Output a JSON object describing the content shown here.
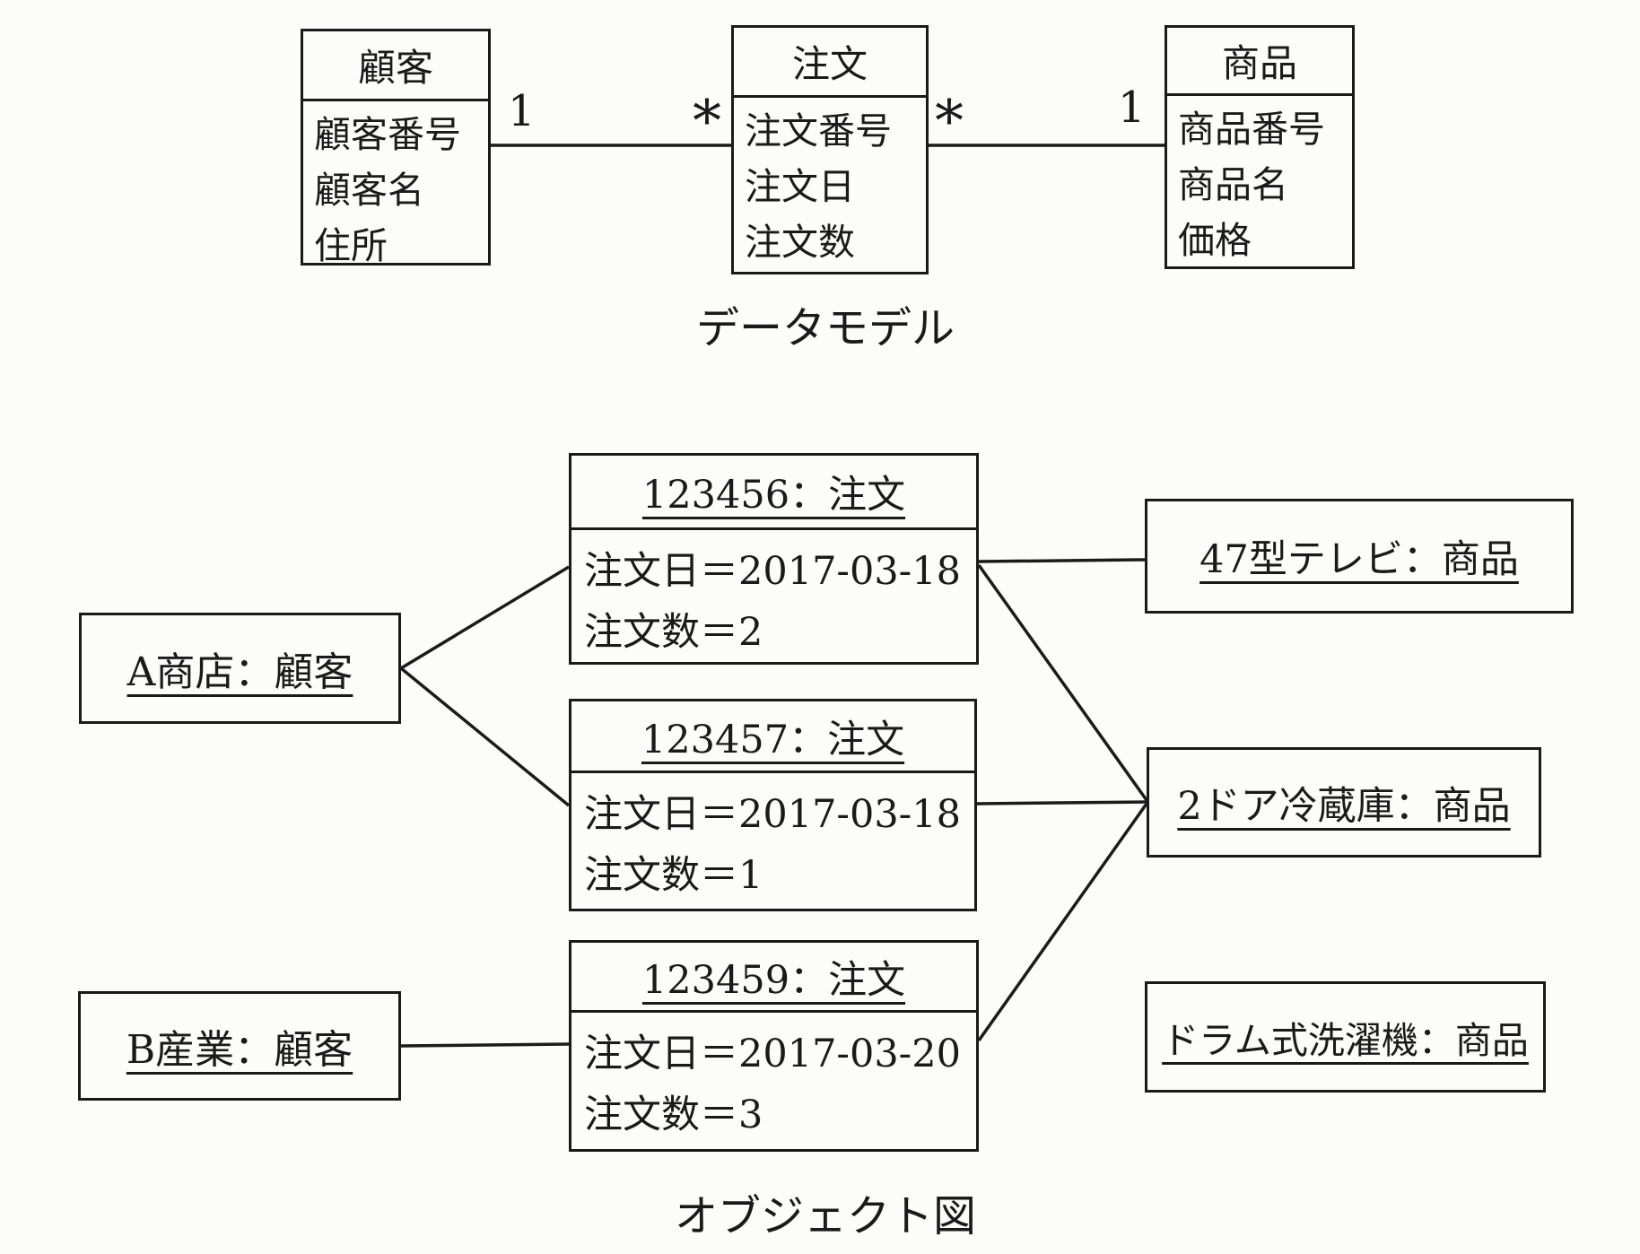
{
  "diagram": {
    "ink_color": "#1a1a1a",
    "background_color": "#fcfcfb"
  },
  "data_model": {
    "caption": "データモデル",
    "classes": [
      {
        "name": "顧客",
        "attributes": [
          "顧客番号",
          "顧客名",
          "住所"
        ]
      },
      {
        "name": "注文",
        "attributes": [
          "注文番号",
          "注文日",
          "注文数"
        ]
      },
      {
        "name": "商品",
        "attributes": [
          "商品番号",
          "商品名",
          "価格"
        ]
      }
    ],
    "associations": [
      {
        "from": "顧客",
        "to": "注文",
        "from_multiplicity": "1",
        "to_multiplicity": "*"
      },
      {
        "from": "注文",
        "to": "商品",
        "from_multiplicity": "*",
        "to_multiplicity": "1"
      }
    ]
  },
  "object_diagram": {
    "caption": "オブジェクト図",
    "customers": [
      {
        "label": "A商店：顧客"
      },
      {
        "label": "B産業：顧客"
      }
    ],
    "orders": [
      {
        "title": "123456：注文",
        "attributes": [
          "注文日＝2017-03-18",
          "注文数＝2"
        ]
      },
      {
        "title": "123457：注文",
        "attributes": [
          "注文日＝2017-03-18",
          "注文数＝1"
        ]
      },
      {
        "title": "123459：注文",
        "attributes": [
          "注文日＝2017-03-20",
          "注文数＝3"
        ]
      }
    ],
    "products": [
      {
        "label": "47型テレビ：商品"
      },
      {
        "label": "2ドア冷蔵庫：商品"
      },
      {
        "label": "ドラム式洗濯機：商品"
      }
    ],
    "links": [
      {
        "from": "A商店：顧客",
        "to": "123456：注文"
      },
      {
        "from": "A商店：顧客",
        "to": "123457：注文"
      },
      {
        "from": "B産業：顧客",
        "to": "123459：注文"
      },
      {
        "from": "123456：注文",
        "to": "47型テレビ：商品"
      },
      {
        "from": "123456：注文",
        "to": "2ドア冷蔵庫：商品"
      },
      {
        "from": "123457：注文",
        "to": "2ドア冷蔵庫：商品"
      },
      {
        "from": "123459：注文",
        "to": "2ドア冷蔵庫：商品"
      }
    ]
  }
}
